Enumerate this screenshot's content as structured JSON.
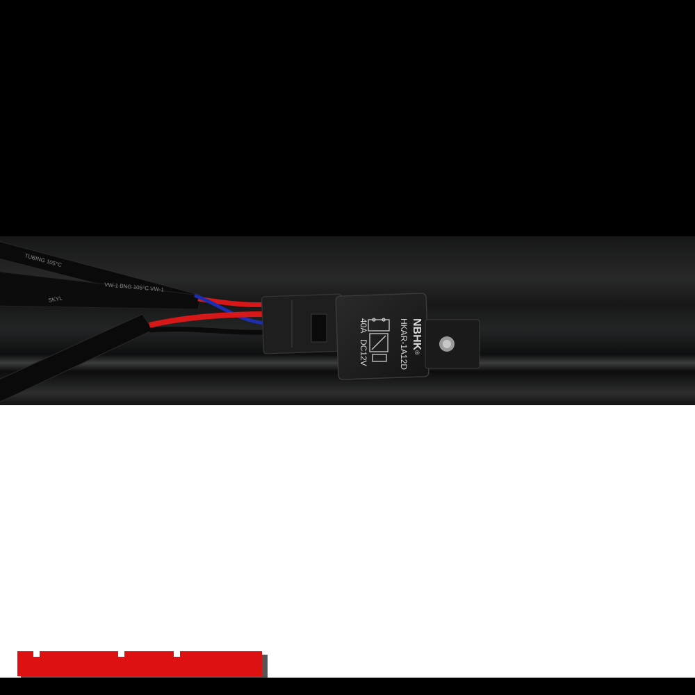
{
  "scene": {
    "subject": "relay wiring harness",
    "background_top": "#000000",
    "background_bottom": "#ffffff"
  },
  "relay": {
    "brand": "NBHK",
    "registered_mark": "®",
    "model": "HKAR-1A12D",
    "rating": "40A",
    "voltage": "DC12V"
  },
  "tubing": {
    "print_upper": "TUBING 105°C",
    "print_lower": "VW-1 BNG 105°C VW-1",
    "print_side": "SKYL"
  },
  "wires": {
    "colors": [
      "#d81818",
      "#1d2fb0",
      "#0a0a0a"
    ]
  },
  "redaction": {
    "color": "#dd1111"
  }
}
